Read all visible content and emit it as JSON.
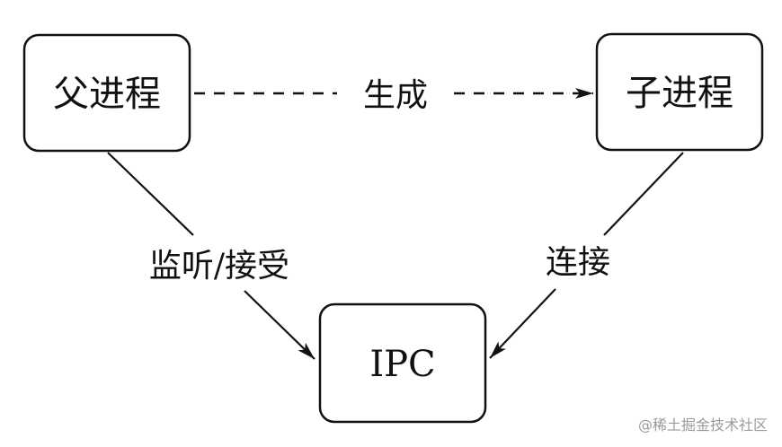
{
  "nodes": {
    "parent": "父进程",
    "child": "子进程",
    "ipc": "IPC"
  },
  "edges": {
    "spawn": "生成",
    "listen_accept": "监听/接受",
    "connect": "连接"
  },
  "watermark": "@稀土掘金技术社区"
}
